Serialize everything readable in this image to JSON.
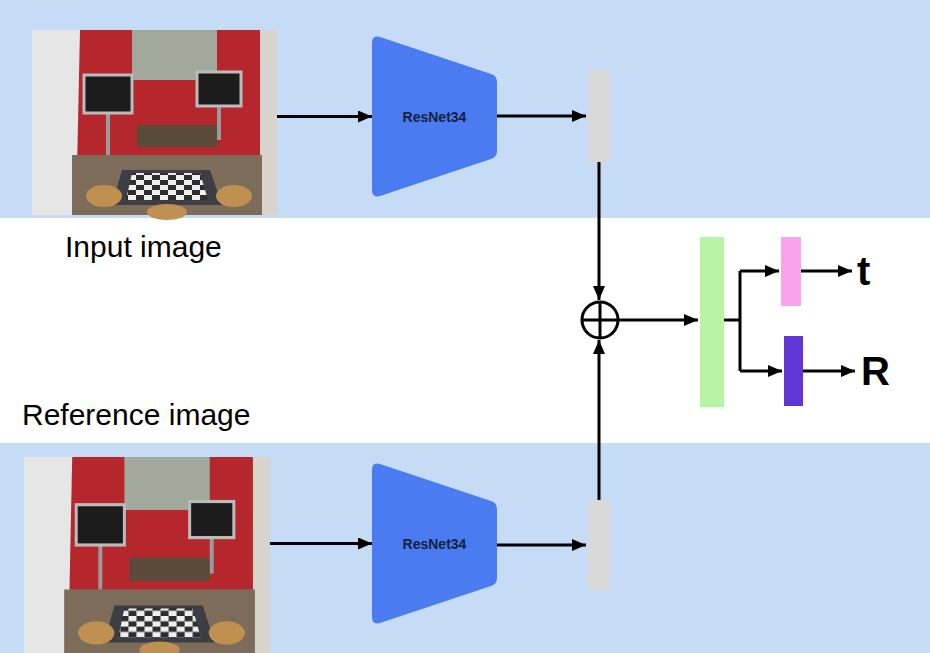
{
  "diagram": {
    "nodes": [
      {
        "text": [
          "Input image"
        ]
      },
      {
        "text": [
          "ResNet34"
        ]
      },
      {
        "text": [
          "Reference image"
        ]
      },
      {
        "text": [
          "ResNet34"
        ]
      }
    ],
    "edges": [
      {
        "from": 0,
        "to": 1,
        "arrow": "to"
      },
      {
        "from": 2,
        "to": 3,
        "arrow": "to"
      }
    ],
    "labels": [
      "t",
      "R"
    ]
  }
}
